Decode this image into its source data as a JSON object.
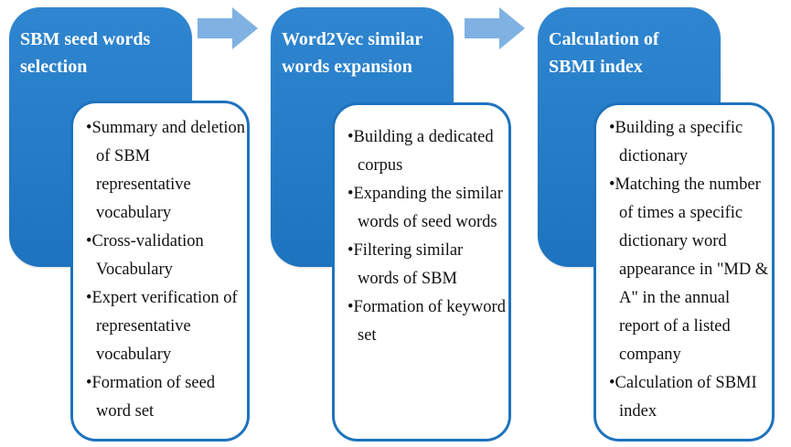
{
  "steps": [
    {
      "title_line1": "SBM seed words",
      "title_line2": "selection",
      "items": [
        "Summary and deletion of SBM representative vocabulary",
        "Cross-validation Vocabulary",
        "Expert verification of representative vocabulary",
        "Formation of seed word set"
      ]
    },
    {
      "title_line1": "Word2Vec similar",
      "title_line2": "words expansion",
      "items": [
        "Building a dedicated corpus",
        "Expanding the similar words of seed words",
        "Filtering similar words of SBM",
        "Formation of keyword set"
      ]
    },
    {
      "title_line1": "Calculation of",
      "title_line2": "SBMI index",
      "items": [
        "Building a specific dictionary",
        "Matching the number of times a specific dictionary word appearance in \"MD & A\" in the annual report of a listed company",
        "Calculation of SBMI index"
      ]
    }
  ],
  "colors": {
    "header_blue": "#1e73be",
    "arrow_blue": "#7fb2e2",
    "card_border": "#1e73be",
    "text": "#111111"
  }
}
